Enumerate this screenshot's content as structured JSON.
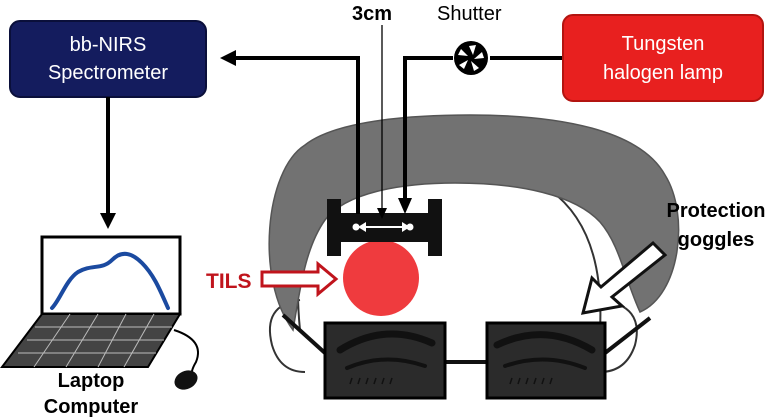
{
  "labels": {
    "spectrometer_line1": "bb-NIRS",
    "spectrometer_line2": "Spectrometer",
    "lamp_line1": "Tungsten",
    "lamp_line2": "halogen lamp",
    "separation": "3cm",
    "shutter": "Shutter",
    "tils": "TILS",
    "goggles_line1": "Protection",
    "goggles_line2": "goggles",
    "laptop_line1": "Laptop",
    "laptop_line2": "Computer"
  },
  "icons": {
    "shutter": "aperture-icon",
    "laptop": "laptop-icon",
    "mouse": "mouse-icon",
    "probe": "probe-holder-icon",
    "head": "head-outline-icon",
    "goggles": "goggles-icon"
  },
  "colors": {
    "spectrometer_fill": "#141c5e",
    "lamp_fill": "#e8201f",
    "tils_spot": "#ef3b3e",
    "tils_arrow": "#c0141c",
    "hair": "#727272",
    "goggles": "#2b2b2b",
    "plot_curve": "#1b4aa0"
  }
}
